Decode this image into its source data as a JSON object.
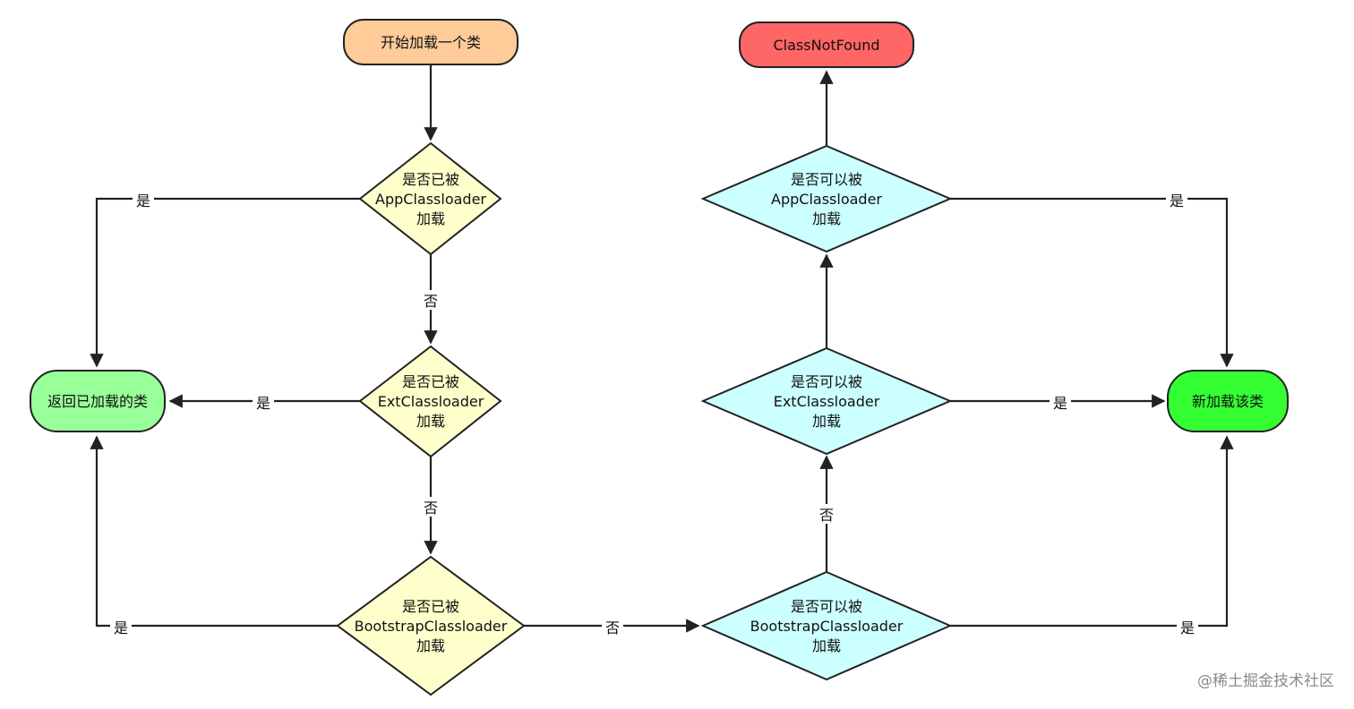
{
  "nodes": {
    "start": {
      "text": "开始加载一个类",
      "fill": "#FFCC99"
    },
    "q_app": {
      "lines": [
        "是否已被",
        "AppClassloader",
        "加载"
      ],
      "fill": "#FFFFCC"
    },
    "q_ext": {
      "lines": [
        "是否已被",
        "ExtClassloader",
        "加载"
      ],
      "fill": "#FFFFCC"
    },
    "q_boot": {
      "lines": [
        "是否已被",
        "BootstrapClassloader",
        "加载"
      ],
      "fill": "#FFFFCC"
    },
    "return_loaded": {
      "text": "返回已加载的类",
      "fill": "#99FF99"
    },
    "can_boot": {
      "lines": [
        "是否可以被",
        "BootstrapClassloader",
        "加载"
      ],
      "fill": "#CCFFFF"
    },
    "can_ext": {
      "lines": [
        "是否可以被",
        "ExtClassloader",
        "加载"
      ],
      "fill": "#CCFFFF"
    },
    "can_app": {
      "lines": [
        "是否可以被",
        "AppClassloader",
        "加载"
      ],
      "fill": "#CCFFFF"
    },
    "not_found": {
      "text": "ClassNotFound",
      "fill": "#FF6666"
    },
    "new_load": {
      "text": "新加载该类",
      "fill": "#33FF33"
    }
  },
  "edge_labels": {
    "yes": "是",
    "no": "否"
  },
  "watermark": "@稀土掘金技术社区"
}
